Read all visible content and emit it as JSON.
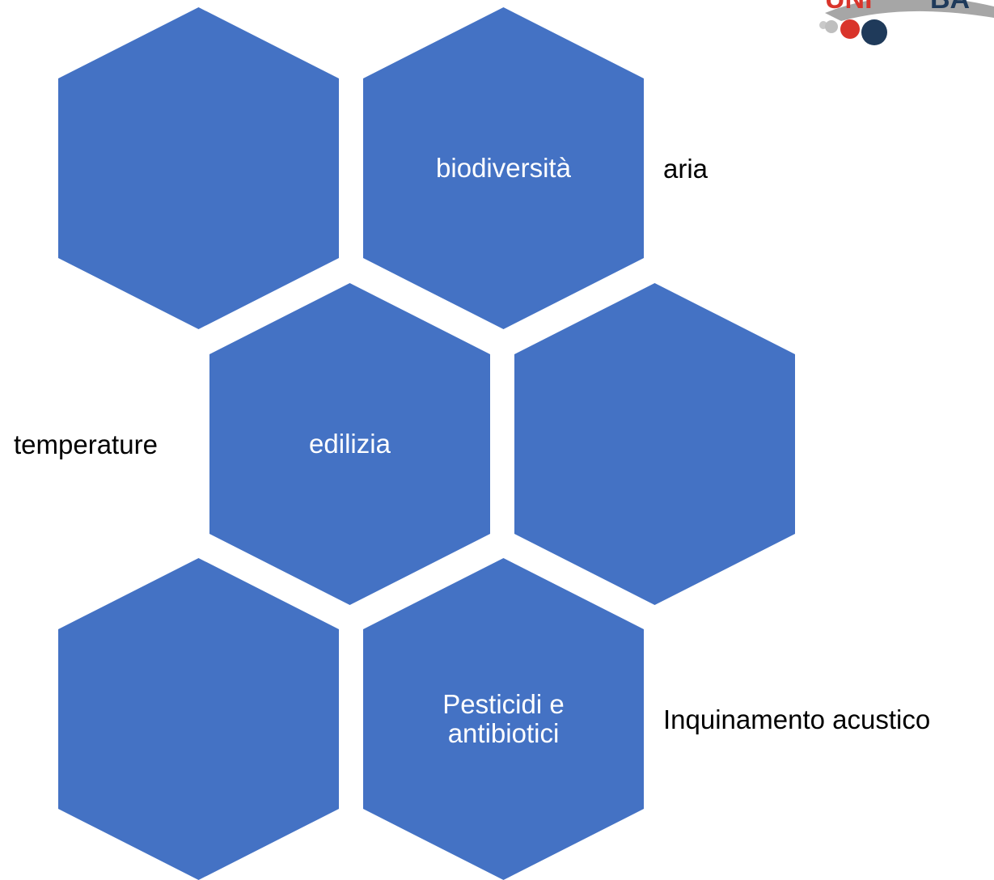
{
  "colors": {
    "hex_fill": "#4472C4",
    "hex_text": "#FFFFFF",
    "side_text": "#000000",
    "logo_red": "#D9342B",
    "logo_grey": "#A6A6A6",
    "logo_navy": "#1F3A5A"
  },
  "hexagons": [
    {
      "id": "top-left",
      "label": ""
    },
    {
      "id": "top-right",
      "label": "biodiversità"
    },
    {
      "id": "middle-left",
      "label": "edilizia"
    },
    {
      "id": "middle-right",
      "label": ""
    },
    {
      "id": "bottom-left",
      "label": ""
    },
    {
      "id": "bottom-right",
      "label": "Pesticidi e antibiotici"
    }
  ],
  "side_labels": {
    "aria": "aria",
    "temperature": "temperature",
    "noise": "Inquinamento acustico"
  },
  "logo": {
    "icon": "logo-circles-icon"
  }
}
